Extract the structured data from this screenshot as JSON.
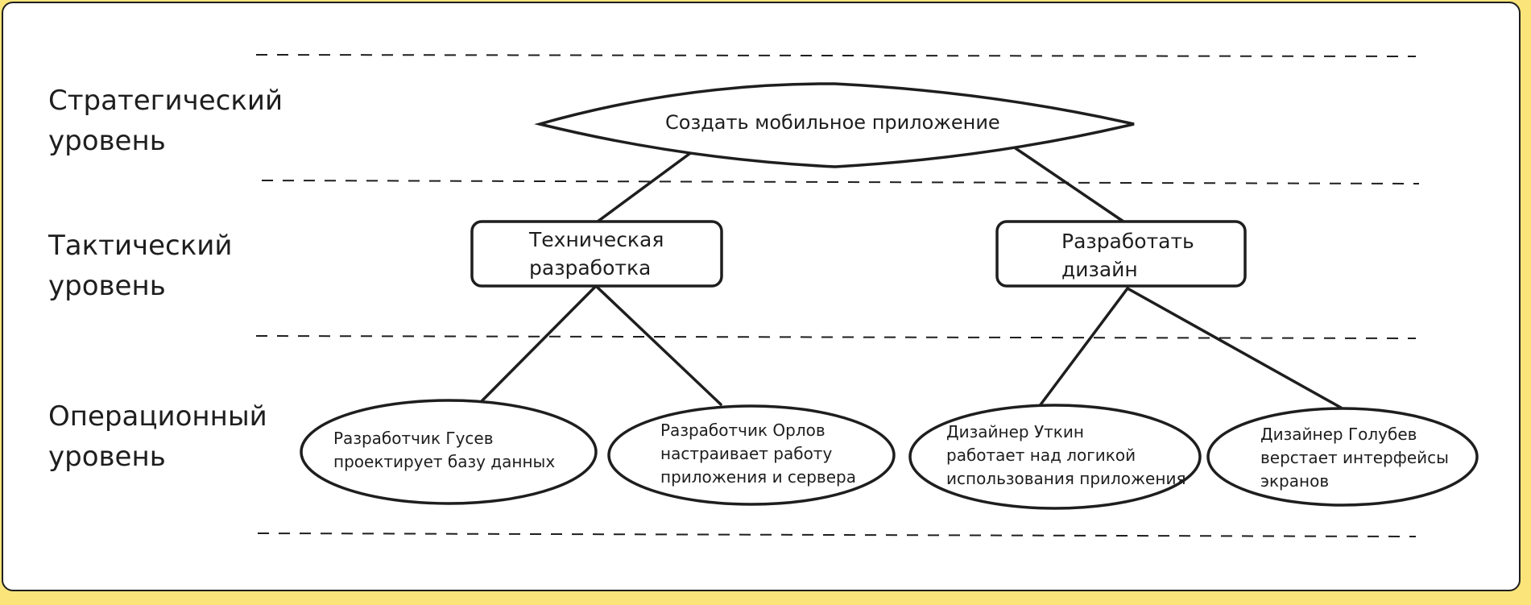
{
  "levels": [
    {
      "line1": "Стратегический",
      "line2": "уровень"
    },
    {
      "line1": "Тактический",
      "line2": "уровень"
    },
    {
      "line1": "Операционный",
      "line2": "уровень"
    }
  ],
  "root": {
    "text": "Создать мобильное приложение"
  },
  "tactical": [
    {
      "line1": "Техническая",
      "line2": "разработка"
    },
    {
      "line1": "Разработать",
      "line2": "дизайн"
    }
  ],
  "operational": [
    {
      "line1": "Разработчик Гусев",
      "line2": "проектирует базу данных"
    },
    {
      "line1": "Разработчик Орлов",
      "line2": "настраивает работу",
      "line3": "приложения и сервера"
    },
    {
      "line1": "Дизайнер Уткин",
      "line2": "работает над логикой",
      "line3": "использования приложения"
    },
    {
      "line1": "Дизайнер Голубев",
      "line2": "верстает интерфейсы",
      "line3": "экранов"
    }
  ],
  "colors": {
    "stroke": "#1e1e1e",
    "background": "#ffffff",
    "frame": "#fbe57a"
  }
}
